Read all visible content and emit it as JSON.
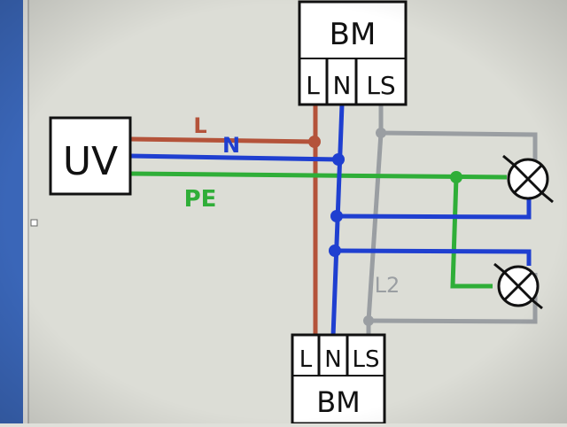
{
  "colors": {
    "L": "#b4533a",
    "N": "#1f3fd0",
    "PE": "#2fae38",
    "LS": "#9a9ea2",
    "box": "#111111",
    "screen": "#e6e7e2",
    "bezel": "#3a66b8"
  },
  "icons": [
    "lamp-icon"
  ],
  "diagram": {
    "uv_box": {
      "label": "UV"
    },
    "bm_top": {
      "label": "BM",
      "terminals": [
        "L",
        "N",
        "LS"
      ]
    },
    "bm_bottom": {
      "label": "BM",
      "terminals": [
        "L",
        "N",
        "LS"
      ]
    },
    "wire_labels": {
      "L": "L",
      "N": "N",
      "PE": "PE",
      "L2": "L2"
    }
  }
}
